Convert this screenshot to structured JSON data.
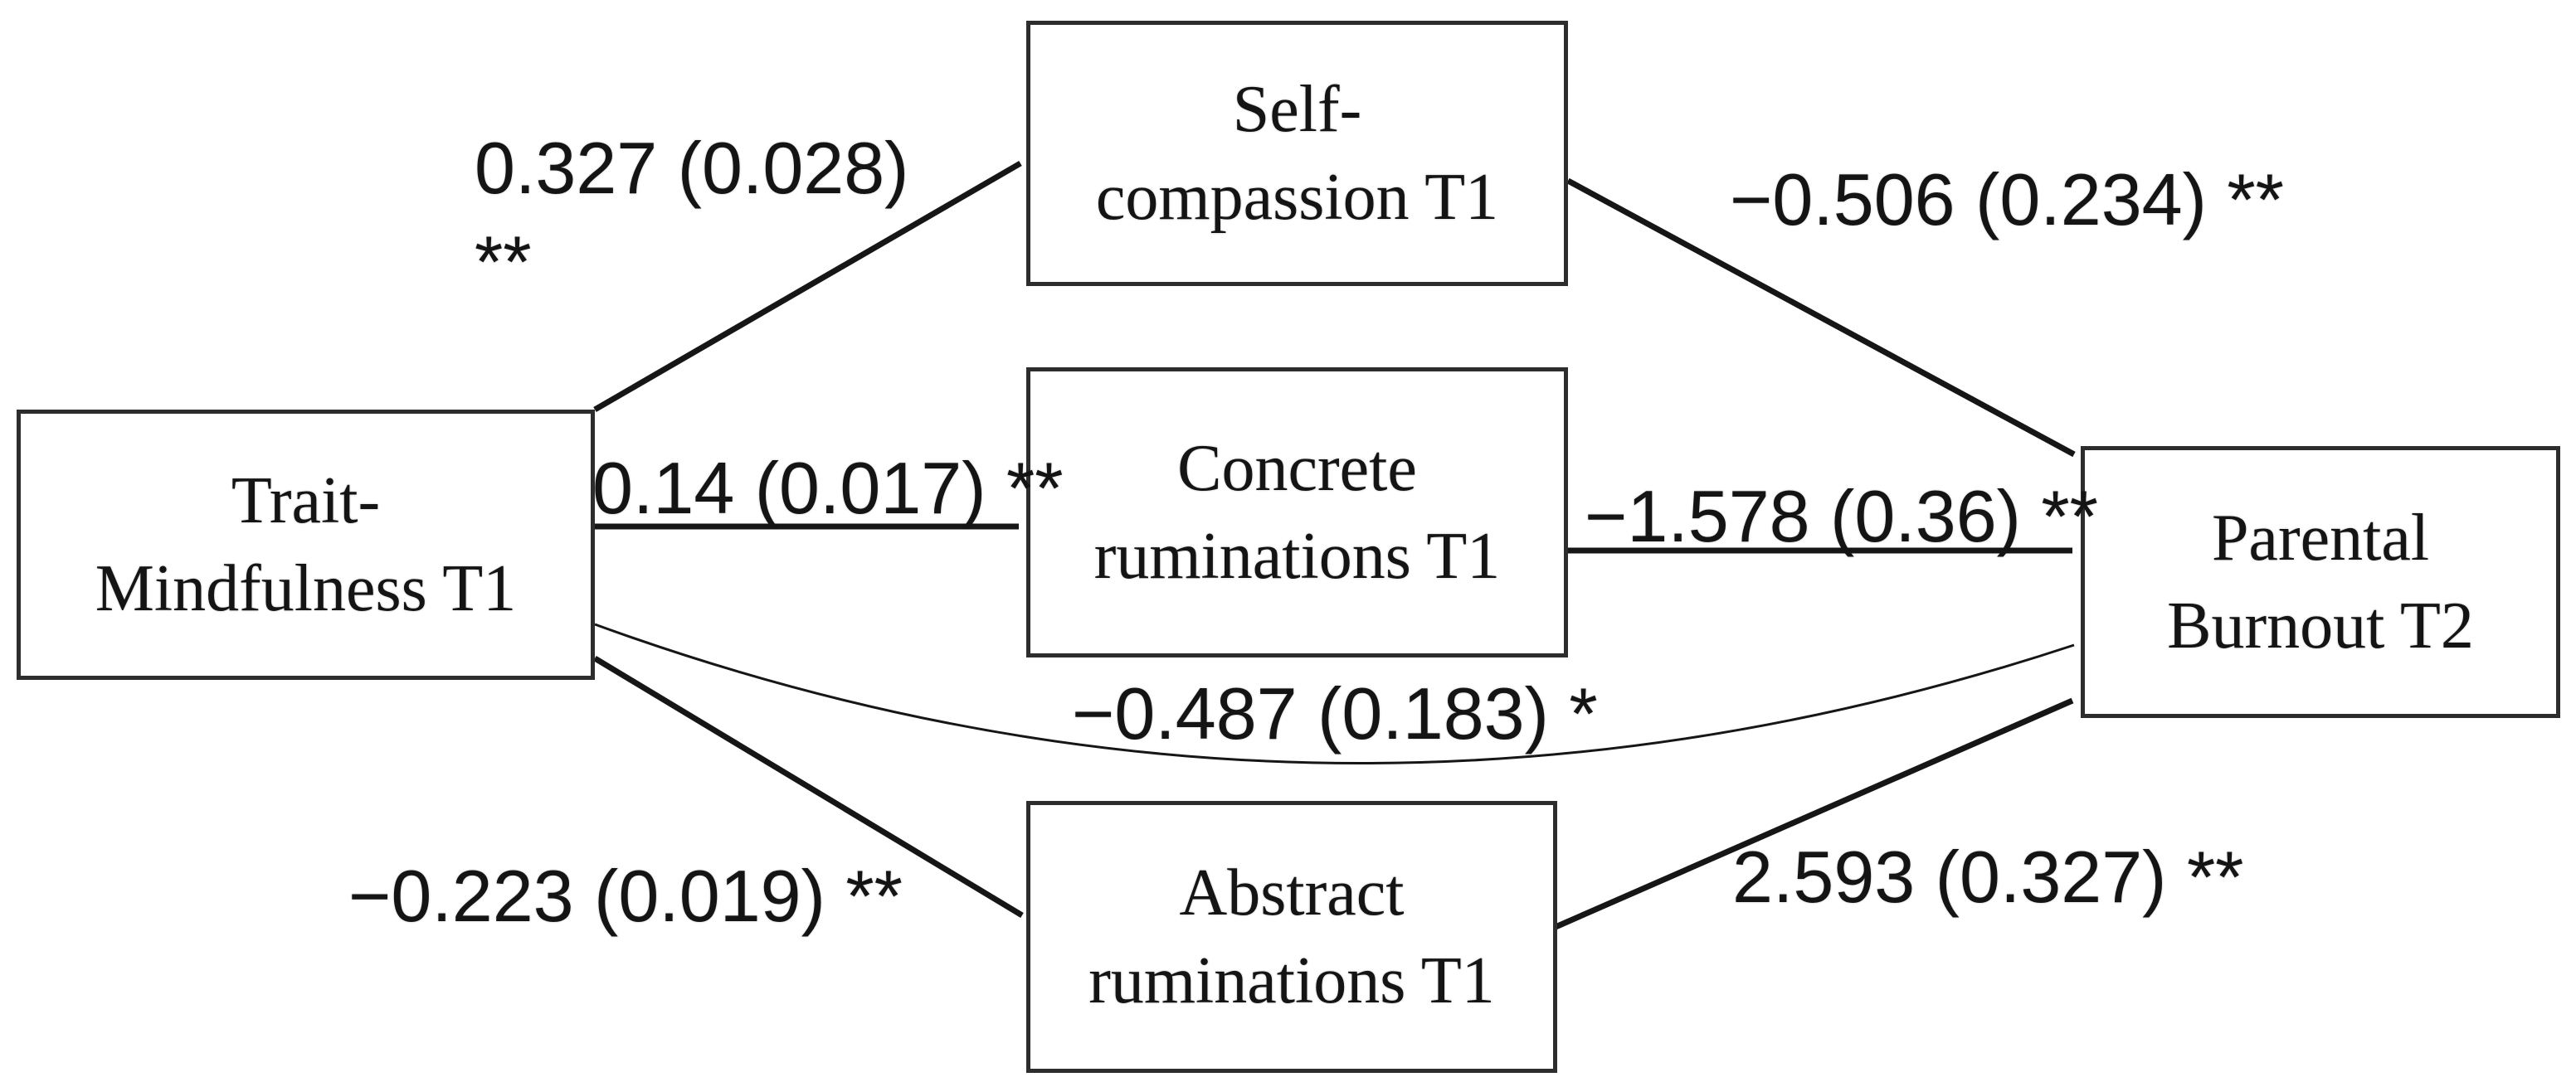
{
  "figure": {
    "type": "path-diagram",
    "background_color": "#ffffff",
    "text_color": "#141414",
    "line_color": "#161616"
  },
  "nodes": {
    "trait_mindfulness": {
      "line1": "Trait-",
      "line2": "Mindfulness T1"
    },
    "self_compassion": {
      "line1": "Self-",
      "line2": "compassion T1"
    },
    "concrete_ruminations": {
      "line1": "Concrete",
      "line2": "ruminations T1"
    },
    "abstract_ruminations": {
      "line1": "Abstract",
      "line2": "ruminations T1"
    },
    "parental_burnout": {
      "line1": "Parental",
      "line2": "Burnout T2"
    }
  },
  "path_labels": {
    "trait_to_self_compassion_line1": "0.327 (0.028)",
    "trait_to_self_compassion_line2": "**",
    "trait_to_concrete": "0.14 (0.017) **",
    "trait_to_abstract": "−0.223 (0.019) **",
    "self_compassion_to_burnout": "−0.506 (0.234) **",
    "concrete_to_burnout": "−1.578 (0.36) **",
    "abstract_to_burnout": "2.593 (0.327) **",
    "direct_effect": "−0.487 (0.183) *"
  },
  "edges": [
    {
      "from": "Trait-Mindfulness T1",
      "to": "Self-compassion T1",
      "estimate": 0.327,
      "se": 0.028,
      "significance": "**",
      "style": "solid-thick"
    },
    {
      "from": "Trait-Mindfulness T1",
      "to": "Concrete ruminations T1",
      "estimate": 0.14,
      "se": 0.017,
      "significance": "**",
      "style": "solid-thick"
    },
    {
      "from": "Trait-Mindfulness T1",
      "to": "Abstract ruminations T1",
      "estimate": -0.223,
      "se": 0.019,
      "significance": "**",
      "style": "solid-thick"
    },
    {
      "from": "Self-compassion T1",
      "to": "Parental Burnout T2",
      "estimate": -0.506,
      "se": 0.234,
      "significance": "**",
      "style": "solid-thick"
    },
    {
      "from": "Concrete ruminations T1",
      "to": "Parental Burnout T2",
      "estimate": -1.578,
      "se": 0.36,
      "significance": "**",
      "style": "solid-thick"
    },
    {
      "from": "Abstract ruminations T1",
      "to": "Parental Burnout T2",
      "estimate": 2.593,
      "se": 0.327,
      "significance": "**",
      "style": "solid-thick"
    },
    {
      "from": "Trait-Mindfulness T1",
      "to": "Parental Burnout T2",
      "estimate": -0.487,
      "se": 0.183,
      "significance": "*",
      "style": "thin-curved",
      "note": "direct effect"
    }
  ]
}
